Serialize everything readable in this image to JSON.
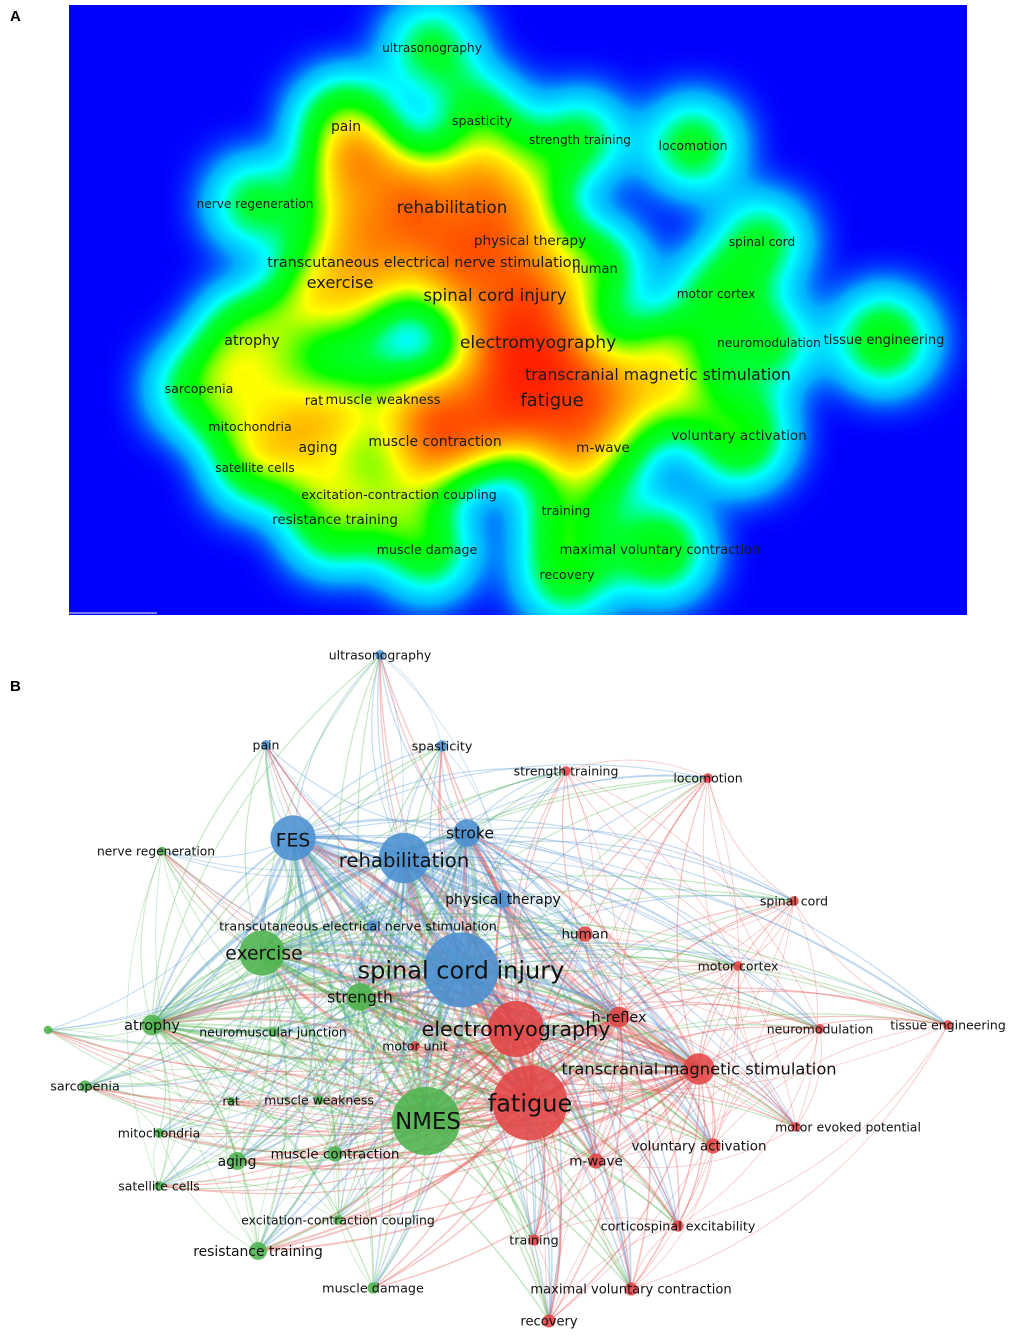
{
  "panel_a": {
    "letter": "A",
    "background_color": "#0000ff",
    "density_ramp": [
      "#0000ff",
      "#00ffff",
      "#00ff00",
      "#ffff00",
      "#ff0000"
    ],
    "terms": [
      {
        "id": "ultrasonography",
        "label": "ultrasonography",
        "weight": 0.35
      },
      {
        "id": "pain",
        "label": "pain",
        "weight": 0.55
      },
      {
        "id": "spasticity",
        "label": "spasticity",
        "weight": 0.4
      },
      {
        "id": "strength-training",
        "label": "strength training",
        "weight": 0.35
      },
      {
        "id": "locomotion",
        "label": "locomotion",
        "weight": 0.38
      },
      {
        "id": "nerve-regeneration",
        "label": "nerve regeneration",
        "weight": 0.35
      },
      {
        "id": "fes-hotspot",
        "label": "",
        "weight": 0.85
      },
      {
        "id": "rehabilitation",
        "label": "rehabilitation",
        "weight": 0.85
      },
      {
        "id": "stroke-hotspot",
        "label": "",
        "weight": 0.55
      },
      {
        "id": "physical-therapy",
        "label": "physical therapy",
        "weight": 0.5
      },
      {
        "id": "spinal-cord",
        "label": "spinal cord",
        "weight": 0.35
      },
      {
        "id": "tens",
        "label": "transcutaneous electrical nerve stimulation",
        "weight": 0.6
      },
      {
        "id": "human",
        "label": "human",
        "weight": 0.45
      },
      {
        "id": "exercise",
        "label": "exercise",
        "weight": 0.8
      },
      {
        "id": "spinal-cord-injury",
        "label": "spinal cord injury",
        "weight": 0.85
      },
      {
        "id": "motor-cortex",
        "label": "motor cortex",
        "weight": 0.35
      },
      {
        "id": "atrophy",
        "label": "atrophy",
        "weight": 0.6
      },
      {
        "id": "electromyography",
        "label": "electromyography",
        "weight": 0.9
      },
      {
        "id": "neuromodulation",
        "label": "neuromodulation",
        "weight": 0.35
      },
      {
        "id": "tissue-engineering",
        "label": "tissue engineering",
        "weight": 0.45
      },
      {
        "id": "sarcopenia",
        "label": "sarcopenia",
        "weight": 0.4
      },
      {
        "id": "tms",
        "label": "transcranial magnetic stimulation",
        "weight": 0.75
      },
      {
        "id": "rat",
        "label": "rat",
        "weight": 0.45
      },
      {
        "id": "muscle-weakness",
        "label": "muscle weakness",
        "weight": 0.45
      },
      {
        "id": "fatigue",
        "label": "fatigue",
        "weight": 1.0
      },
      {
        "id": "nmes-hotspot",
        "label": "",
        "weight": 0.9
      },
      {
        "id": "mitochondria",
        "label": "mitochondria",
        "weight": 0.4
      },
      {
        "id": "aging",
        "label": "aging",
        "weight": 0.55
      },
      {
        "id": "muscle-contraction",
        "label": "muscle contraction",
        "weight": 0.55
      },
      {
        "id": "m-wave",
        "label": "m-wave",
        "weight": 0.5
      },
      {
        "id": "voluntary-activation",
        "label": "voluntary activation",
        "weight": 0.5
      },
      {
        "id": "satellite-cells",
        "label": "satellite cells",
        "weight": 0.35
      },
      {
        "id": "excitation-contraction-coupling",
        "label": "excitation-contraction coupling",
        "weight": 0.4
      },
      {
        "id": "resistance-training",
        "label": "resistance training",
        "weight": 0.5
      },
      {
        "id": "training",
        "label": "training",
        "weight": 0.4
      },
      {
        "id": "muscle-damage",
        "label": "muscle damage",
        "weight": 0.4
      },
      {
        "id": "maximal-voluntary-contraction",
        "label": "maximal voluntary contraction",
        "weight": 0.45
      },
      {
        "id": "recovery",
        "label": "recovery",
        "weight": 0.4
      }
    ]
  },
  "panel_b": {
    "letter": "B",
    "cluster_colors": {
      "green": "#4db34d",
      "blue": "#4a90d0",
      "red": "#e34444"
    },
    "nodes": [
      {
        "id": "ultrasonography",
        "label": "ultrasonography",
        "cluster": "blue",
        "weight": 0.2
      },
      {
        "id": "pain",
        "label": "pain",
        "cluster": "blue",
        "weight": 0.2
      },
      {
        "id": "spasticity",
        "label": "spasticity",
        "cluster": "blue",
        "weight": 0.25
      },
      {
        "id": "strength-training",
        "label": "strength training",
        "cluster": "red",
        "weight": 0.2
      },
      {
        "id": "locomotion",
        "label": "locomotion",
        "cluster": "red",
        "weight": 0.2
      },
      {
        "id": "fes",
        "label": "FES",
        "cluster": "blue",
        "weight": 0.75
      },
      {
        "id": "stroke",
        "label": "stroke",
        "cluster": "blue",
        "weight": 0.55
      },
      {
        "id": "rehabilitation",
        "label": "rehabilitation",
        "cluster": "blue",
        "weight": 0.8
      },
      {
        "id": "nerve-regeneration",
        "label": "nerve regeneration",
        "cluster": "green",
        "weight": 0.15
      },
      {
        "id": "physical-therapy",
        "label": "physical therapy",
        "cluster": "blue",
        "weight": 0.4
      },
      {
        "id": "spinal-cord",
        "label": "spinal cord",
        "cluster": "red",
        "weight": 0.2
      },
      {
        "id": "tens",
        "label": "transcutaneous electrical nerve stimulation",
        "cluster": "blue",
        "weight": 0.25
      },
      {
        "id": "human",
        "label": "human",
        "cluster": "red",
        "weight": 0.35
      },
      {
        "id": "exercise",
        "label": "exercise",
        "cluster": "green",
        "weight": 0.75
      },
      {
        "id": "spinal-cord-injury",
        "label": "spinal cord injury",
        "cluster": "blue",
        "weight": 1.0
      },
      {
        "id": "motor-cortex",
        "label": "motor cortex",
        "cluster": "red",
        "weight": 0.2
      },
      {
        "id": "strength",
        "label": "strength",
        "cluster": "green",
        "weight": 0.55
      },
      {
        "id": "h-reflex",
        "label": "h-reflex",
        "cluster": "red",
        "weight": 0.45
      },
      {
        "id": "tissue-engineering",
        "label": "tissue engineering",
        "cluster": "red",
        "weight": 0.2
      },
      {
        "id": "atrophy",
        "label": "atrophy",
        "cluster": "green",
        "weight": 0.45
      },
      {
        "id": "neuromuscular-junction",
        "label": "neuromuscular junction",
        "cluster": "green",
        "weight": 0.2
      },
      {
        "id": "electromyography",
        "label": "electromyography",
        "cluster": "red",
        "weight": 0.85
      },
      {
        "id": "neuromodulation",
        "label": "neuromodulation",
        "cluster": "red",
        "weight": 0.2
      },
      {
        "id": "motor-unit",
        "label": "motor unit",
        "cluster": "red",
        "weight": 0.2
      },
      {
        "id": "tms",
        "label": "transcranial magnetic stimulation",
        "cluster": "red",
        "weight": 0.6
      },
      {
        "id": "sarcopenia",
        "label": "sarcopenia",
        "cluster": "green",
        "weight": 0.25
      },
      {
        "id": "rat",
        "label": "rat",
        "cluster": "green",
        "weight": 0.15
      },
      {
        "id": "muscle-weakness",
        "label": "muscle weakness",
        "cluster": "green",
        "weight": 0.2
      },
      {
        "id": "nmes",
        "label": "NMES",
        "cluster": "green",
        "weight": 0.95
      },
      {
        "id": "fatigue",
        "label": "fatigue",
        "cluster": "red",
        "weight": 1.0
      },
      {
        "id": "motor-evoked-potential",
        "label": "motor evoked potential",
        "cluster": "red",
        "weight": 0.2
      },
      {
        "id": "mitochondria",
        "label": "mitochondria",
        "cluster": "green",
        "weight": 0.2
      },
      {
        "id": "aging",
        "label": "aging",
        "cluster": "green",
        "weight": 0.4
      },
      {
        "id": "muscle-contraction",
        "label": "muscle contraction",
        "cluster": "green",
        "weight": 0.35
      },
      {
        "id": "voluntary-activation",
        "label": "voluntary activation",
        "cluster": "red",
        "weight": 0.35
      },
      {
        "id": "m-wave",
        "label": "m-wave",
        "cluster": "red",
        "weight": 0.35
      },
      {
        "id": "satellite-cells",
        "label": "satellite cells",
        "cluster": "green",
        "weight": 0.2
      },
      {
        "id": "corticospinal-excitability",
        "label": "corticospinal excitability",
        "cluster": "red",
        "weight": 0.25
      },
      {
        "id": "excitation-contraction-coupling",
        "label": "excitation-contraction coupling",
        "cluster": "green",
        "weight": 0.2
      },
      {
        "id": "training",
        "label": "training",
        "cluster": "red",
        "weight": 0.25
      },
      {
        "id": "resistance-training",
        "label": "resistance training",
        "cluster": "green",
        "weight": 0.4
      },
      {
        "id": "muscle-damage",
        "label": "muscle damage",
        "cluster": "green",
        "weight": 0.25
      },
      {
        "id": "maximal-voluntary-contraction",
        "label": "maximal voluntary contraction",
        "cluster": "red",
        "weight": 0.3
      },
      {
        "id": "recovery",
        "label": "recovery",
        "cluster": "red",
        "weight": 0.3
      },
      {
        "id": "unlabeled-green",
        "label": "",
        "cluster": "green",
        "weight": 0.15
      }
    ]
  }
}
